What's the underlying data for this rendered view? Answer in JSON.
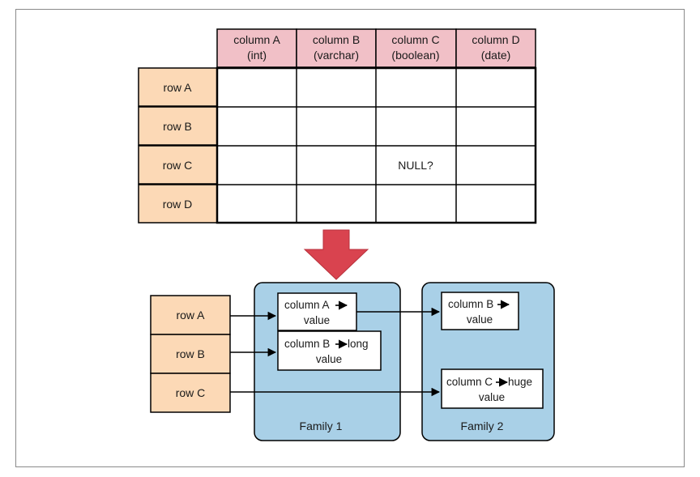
{
  "table": {
    "columns": [
      {
        "name": "column A",
        "type": "(int)"
      },
      {
        "name": "column B",
        "type": "(varchar)"
      },
      {
        "name": "column C",
        "type": "(boolean)"
      },
      {
        "name": "column D",
        "type": "(date)"
      }
    ],
    "rows": [
      "row A",
      "row B",
      "row C",
      "row D"
    ],
    "null_cell": "NULL?"
  },
  "column_store": {
    "rows": [
      "row A",
      "row B",
      "row C"
    ],
    "families": [
      {
        "label": "Family 1",
        "cells": [
          {
            "line1": "column A",
            "line2": "value"
          },
          {
            "line1": "column B",
            "line1_suffix": "long",
            "line2": "value"
          }
        ]
      },
      {
        "label": "Family 2",
        "cells": [
          {
            "line1": "column B",
            "line2": "value"
          },
          {
            "line1": "column C",
            "line1_suffix": "huge",
            "line2": "value"
          }
        ]
      }
    ]
  },
  "colors": {
    "header_fill": "#f1c0c7",
    "row_fill": "#fcd9b6",
    "family_fill": "#a9d0e7",
    "arrow_fill": "#d9434f"
  }
}
